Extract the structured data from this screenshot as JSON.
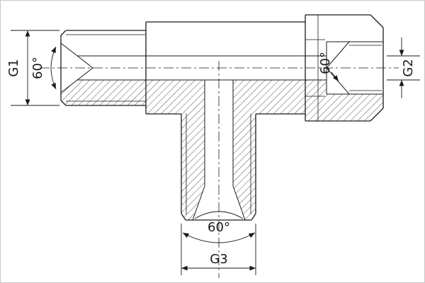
{
  "labels": {
    "g1": "G1",
    "g2": "G2",
    "g3": "G3",
    "angle_left": "60°",
    "angle_right": "60°",
    "angle_bottom": "60°"
  },
  "colors": {
    "line": "#1a1a1a",
    "background": "#ffffff",
    "border": "#c8c8c8"
  }
}
